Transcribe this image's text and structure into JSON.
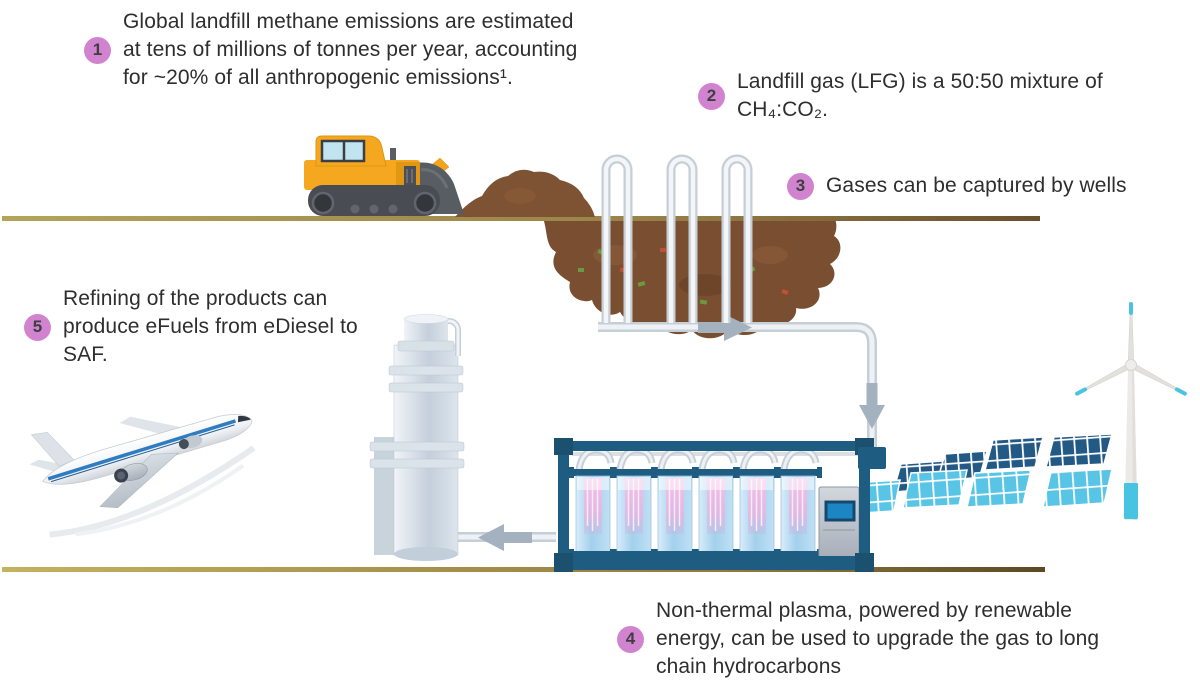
{
  "figure": {
    "title": "Landfill gas to eFuels process diagram",
    "background": "#ffffff"
  },
  "colors": {
    "badge": "#d183cf",
    "text": "#2e2e2e",
    "ground": "#9c854a",
    "landfill_brown": "#7a4e30",
    "pipe_gray": "#c6ced6",
    "reactor_frame": "#1f5c82",
    "cylinder_blue": "#aed6ef",
    "plasma_pink": "#f0bce4",
    "solar_dark": "#235a85",
    "solar_cyan": "#58c4e6",
    "turbine_accent": "#49c3e2",
    "bulldozer_yellow": "#f5a71f"
  },
  "notes": [
    {
      "number": "1",
      "lines": [
        "Global landfill methane emissions are estimated",
        "at tens of millions of tonnes per year, accounting",
        "for ~20% of all anthropogenic emissions¹."
      ]
    },
    {
      "number": "2",
      "lines": [
        "Landfill gas (LFG) is a 50:50 mixture of",
        "CH₄:CO₂."
      ]
    },
    {
      "number": "3",
      "lines": [
        "Gases can be captured by wells"
      ]
    },
    {
      "number": "4",
      "lines": [
        "Non-thermal plasma, powered by renewable",
        "energy, can be used to upgrade the gas to long",
        "chain hydrocarbons"
      ]
    },
    {
      "number": "5",
      "lines": [
        "Refining of the products can",
        "produce eFuels from eDiesel to",
        "SAF."
      ]
    }
  ]
}
